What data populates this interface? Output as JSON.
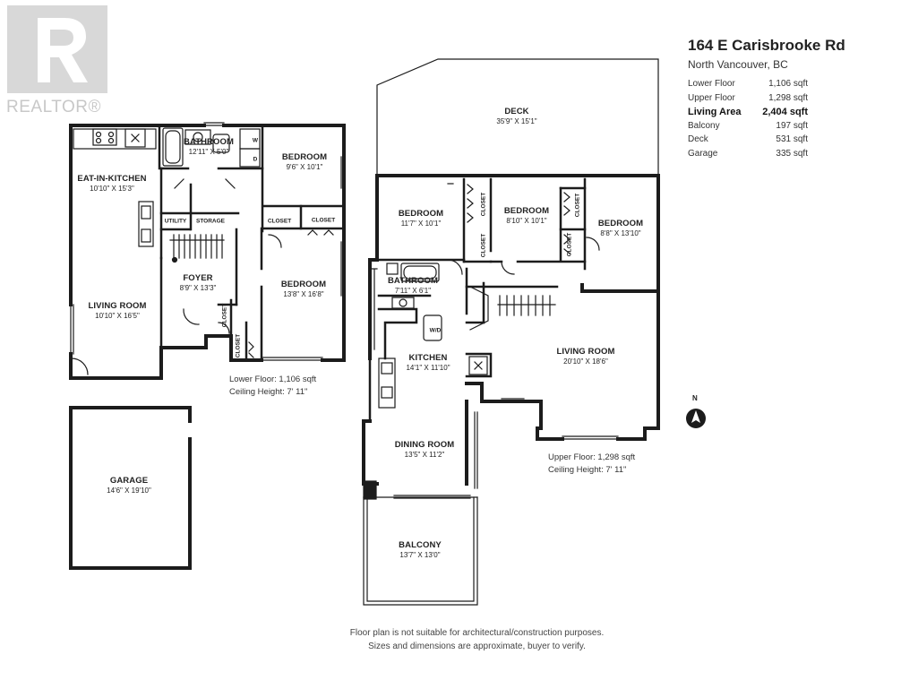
{
  "logo": {
    "text": "REALTOR®",
    "icon": "realtor-r-logo"
  },
  "header": {
    "address": "164 E Carisbrooke Rd",
    "city": "North Vancouver, BC"
  },
  "stats": [
    {
      "label": "Lower Floor",
      "value": "1,106 sqft",
      "bold": false
    },
    {
      "label": "Upper Floor",
      "value": "1,298 sqft",
      "bold": false
    },
    {
      "label": "Living Area",
      "value": "2,404 sqft",
      "bold": true
    },
    {
      "label": "Balcony",
      "value": "197 sqft",
      "bold": false
    },
    {
      "label": "Deck",
      "value": "531 sqft",
      "bold": false
    },
    {
      "label": "Garage",
      "value": "335 sqft",
      "bold": false
    }
  ],
  "lower_floor": {
    "area_note": "Lower Floor: 1,106 sqft",
    "ceiling_note": "Ceiling Height: 7' 11\"",
    "rooms": [
      {
        "id": "eat-in-kitchen",
        "name": "EAT-IN-KITCHEN",
        "dims": "10'10\" X 15'3\""
      },
      {
        "id": "bathroom",
        "name": "BATHROOM",
        "dims": "12'11\" X 5'0\""
      },
      {
        "id": "bedroom-1",
        "name": "BEDROOM",
        "dims": "9'6\" X 10'1\""
      },
      {
        "id": "foyer",
        "name": "FOYER",
        "dims": "8'9\" X 13'3\""
      },
      {
        "id": "bedroom-2",
        "name": "BEDROOM",
        "dims": "13'8\" X 16'8\""
      },
      {
        "id": "living-room",
        "name": "LIVING ROOM",
        "dims": "10'10\" X 16'5\""
      },
      {
        "id": "garage",
        "name": "GARAGE",
        "dims": "14'6\" X 19'10\""
      }
    ],
    "small_labels": {
      "utility": "UTILITY",
      "storage": "STORAGE",
      "closet": "CLOSET",
      "washer": "W",
      "dryer": "D"
    }
  },
  "upper_floor": {
    "area_note": "Upper Floor: 1,298 sqft",
    "ceiling_note": "Ceiling Height: 7' 11\"",
    "rooms": [
      {
        "id": "deck",
        "name": "DECK",
        "dims": "35'9\" X 15'1\""
      },
      {
        "id": "bedroom-a",
        "name": "BEDROOM",
        "dims": "11'7\" X 10'1\""
      },
      {
        "id": "bedroom-b",
        "name": "BEDROOM",
        "dims": "8'10\" X 10'1\""
      },
      {
        "id": "bedroom-c",
        "name": "BEDROOM",
        "dims": "8'8\" X 13'10\""
      },
      {
        "id": "bathroom",
        "name": "BATHROOM",
        "dims": "7'11\" X 6'1\""
      },
      {
        "id": "kitchen",
        "name": "KITCHEN",
        "dims": "14'1\" X 11'10\""
      },
      {
        "id": "living-room",
        "name": "LIVING ROOM",
        "dims": "20'10\" X 18'6\""
      },
      {
        "id": "dining-room",
        "name": "DINING ROOM",
        "dims": "13'5\" X 11'2\""
      },
      {
        "id": "balcony",
        "name": "BALCONY",
        "dims": "13'7\" X 13'0\""
      }
    ],
    "small_labels": {
      "closet": "CLOSET",
      "wd": "W/D"
    }
  },
  "compass": {
    "label": "N",
    "icon": "north-arrow-icon"
  },
  "disclaimer": [
    "Floor plan is not suitable for architectural/construction purposes.",
    "Sizes and dimensions are approximate, buyer to verify."
  ]
}
